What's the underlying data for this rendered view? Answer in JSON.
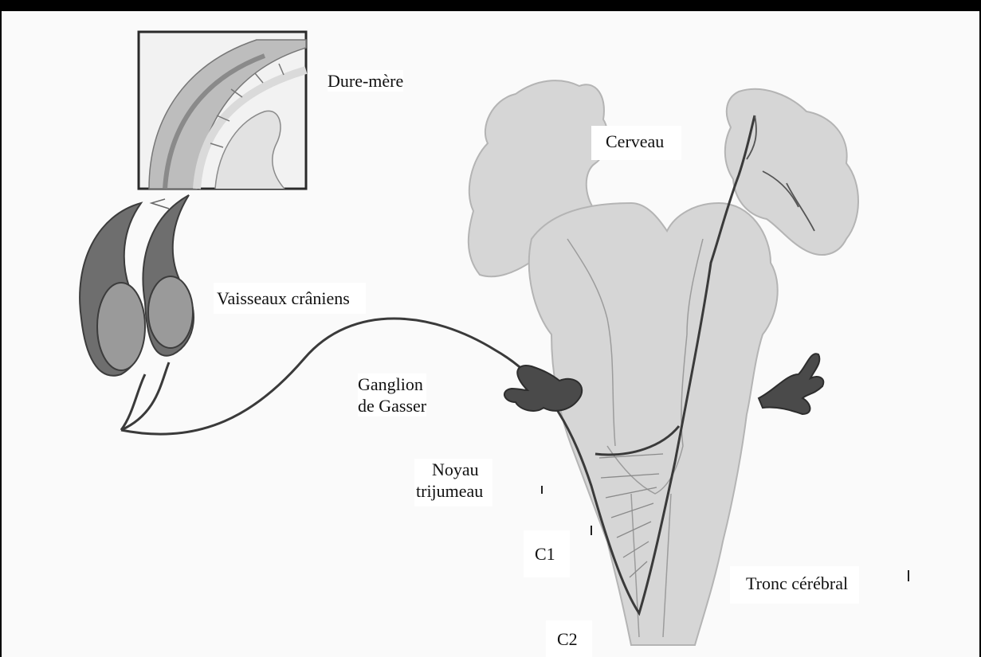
{
  "figure": {
    "title": "",
    "labels": {
      "dure_mere": "Dure-mère",
      "cerveau": "Cerveau",
      "vaisseaux": "Vaisseaux crâniens",
      "ganglion_line1": "Ganglion",
      "ganglion_line2": "de Gasser",
      "noyau_line1": "Noyau",
      "noyau_line2": "trijumeau",
      "c1": "C1",
      "c2": "C2",
      "tronc": "Tronc cérébral"
    }
  },
  "colors": {
    "frame": "#000000",
    "brain": "#d6d6d6",
    "brain_outline": "#a6a6a6",
    "nerve": "#3a3a3a",
    "vessel": "#4a4a4a"
  }
}
